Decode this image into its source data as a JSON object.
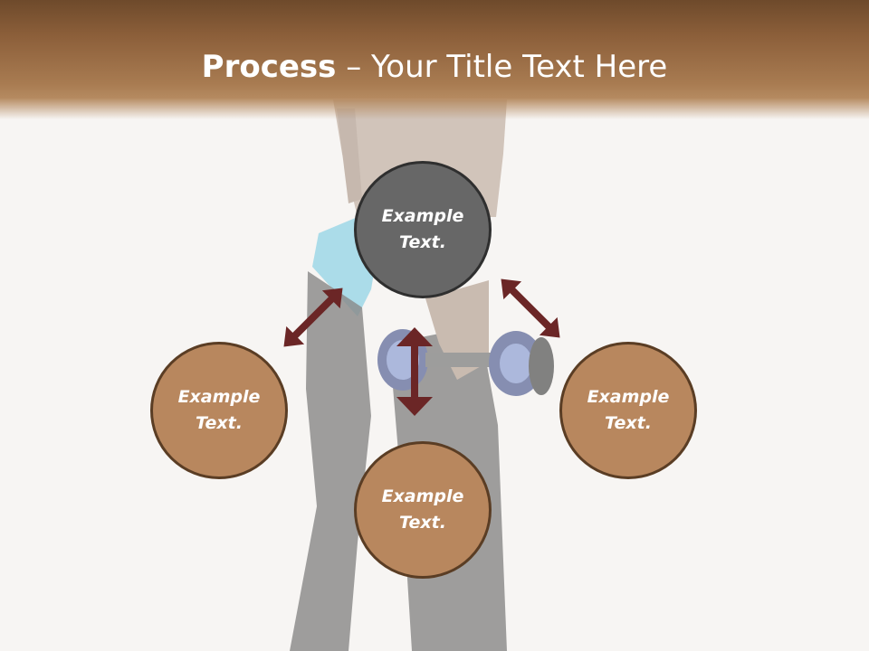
{
  "title": {
    "bold": "Process",
    "separator": " – ",
    "rest": "Your Title Text Here"
  },
  "nodes": {
    "top": "Example Text.",
    "left": "Example Text.",
    "bottom": "Example Text.",
    "right": "Example Text."
  },
  "colors": {
    "title_band": "#8c5f3a",
    "node_fill": "#b8875e",
    "node_fill_center": "#676767",
    "node_border": "#5a3d24",
    "arrow": "#6b2626"
  },
  "background_image": "faded-photo-woman-holding-dumbbells"
}
